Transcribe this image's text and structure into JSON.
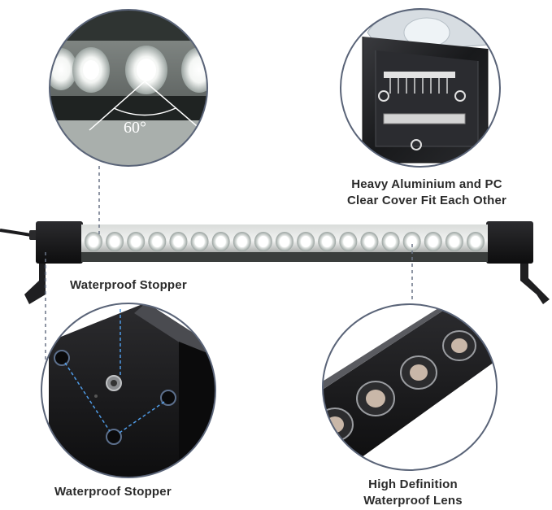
{
  "labels": {
    "beam_angle": "60°",
    "aluminium_line1": "Heavy Aluminium and PC",
    "aluminium_line2": "Clear Cover Fit Each Other",
    "stopper_top": "Waterproof Stopper",
    "stopper_bottom": "Waterproof Stopper",
    "lens_line1": "High Definition",
    "lens_line2": "Waterproof Lens"
  },
  "colors": {
    "text": "#2b2b2b",
    "circle_border": "#5a6478",
    "dashed_line": "#6a7486",
    "housing": "#1c1c1e",
    "led_glow": "#ffffff"
  },
  "light_bar": {
    "led_count": 19
  }
}
